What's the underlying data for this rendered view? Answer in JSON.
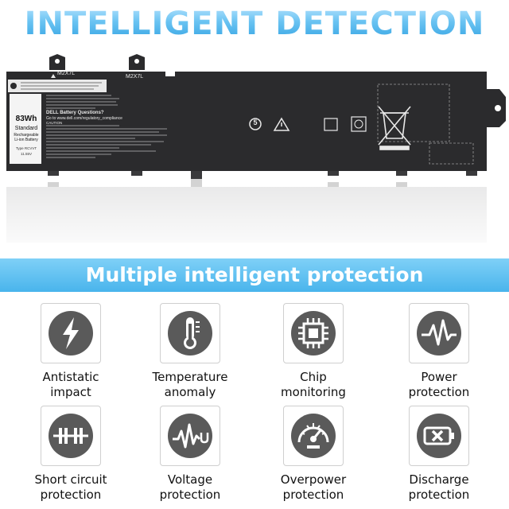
{
  "headline": "INTELLIGENT DETECTION",
  "battery": {
    "capacity": "83Wh",
    "grade": "Standard",
    "chemistry_line1": "Rechargeable",
    "chemistry_line2": "Li-ion Battery",
    "type": "Type RCVVT",
    "voltage": "11.55V",
    "connector_code": "M2X7L",
    "connector_code_side": "M2X7L",
    "questions": "DELL Battery Questions?",
    "url": "Go to www.dell.com/regulatory_compliance",
    "caution": "CAUTION",
    "rohs_number": "5"
  },
  "banner": "Multiple intelligent protection",
  "features": [
    {
      "line1": "Antistatic",
      "line2": "impact",
      "icon": "lightning-icon"
    },
    {
      "line1": "Temperature",
      "line2": "anomaly",
      "icon": "thermometer-icon"
    },
    {
      "line1": "Chip",
      "line2": "monitoring",
      "icon": "chip-icon"
    },
    {
      "line1": "Power",
      "line2": "protection",
      "icon": "pulse-icon"
    },
    {
      "line1": "Short circuit",
      "line2": "protection",
      "icon": "short-circuit-icon"
    },
    {
      "line1": "Voltage",
      "line2": "protection",
      "icon": "voltage-wave-icon"
    },
    {
      "line1": "Overpower",
      "line2": "protection",
      "icon": "gauge-icon"
    },
    {
      "line1": "Discharge",
      "line2": "protection",
      "icon": "battery-x-icon"
    }
  ],
  "colors": {
    "headline_blue": "#49b4ec",
    "banner_blue": "#5cbff0",
    "battery_body": "#2b2b2d",
    "icon_gray": "#5a5a5a"
  }
}
